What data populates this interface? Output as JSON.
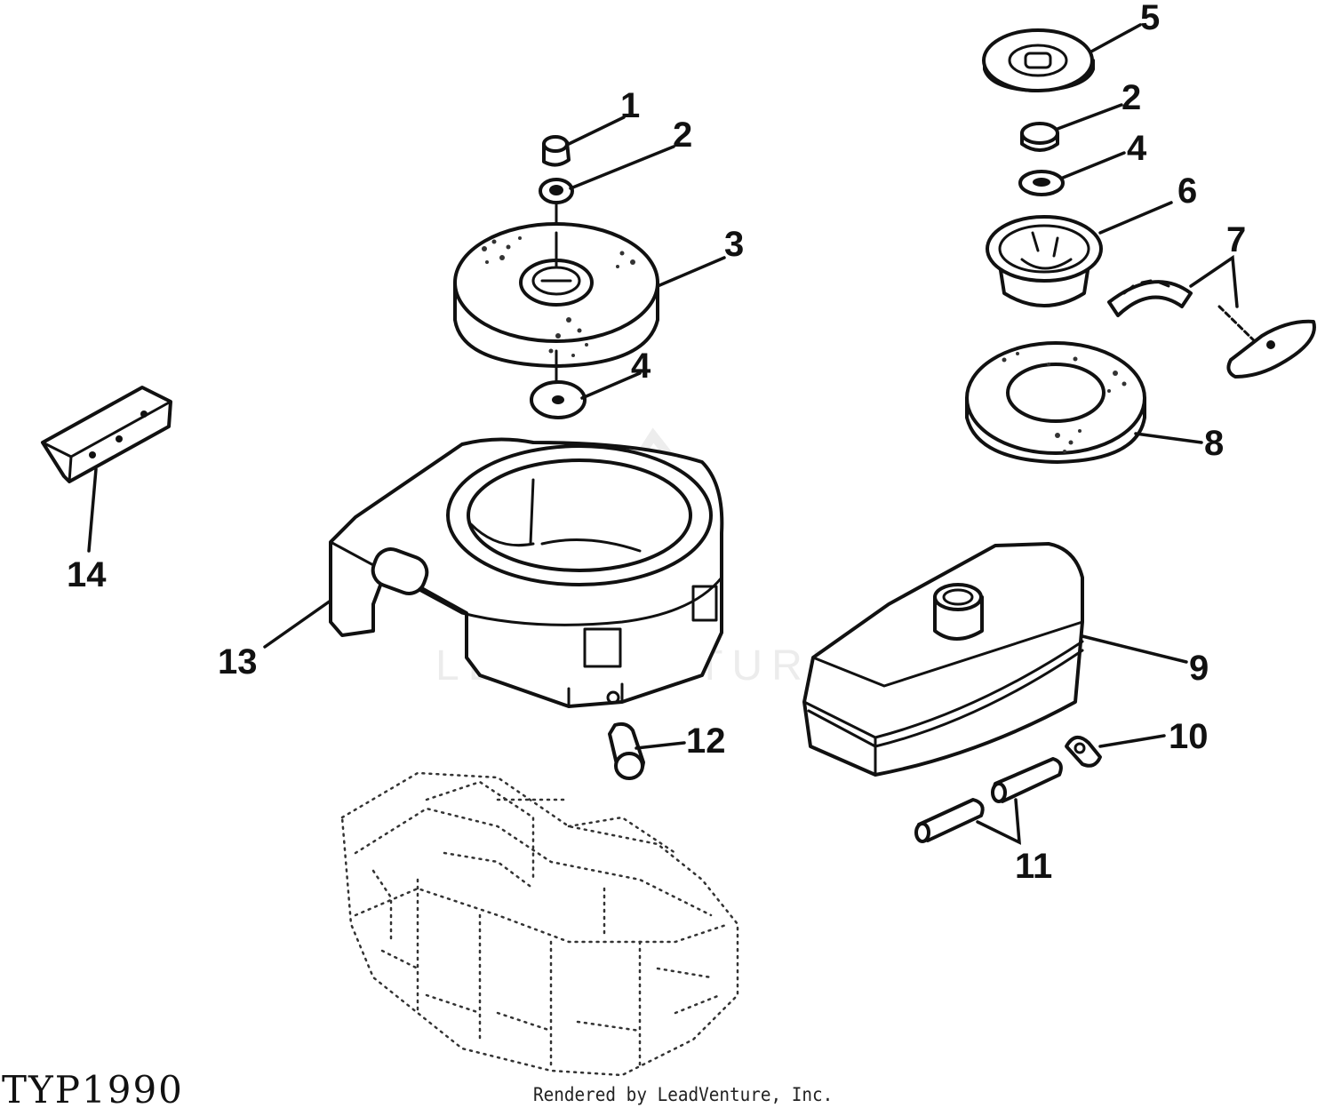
{
  "diagram": {
    "code": "TYP1990",
    "footer": "Rendered by LeadVenture, Inc.",
    "watermark": "LEADVENTURE",
    "callouts": [
      "1",
      "2",
      "3",
      "4",
      "5",
      "2",
      "4",
      "6",
      "7",
      "8",
      "9",
      "10",
      "11",
      "12",
      "13",
      "14"
    ]
  }
}
